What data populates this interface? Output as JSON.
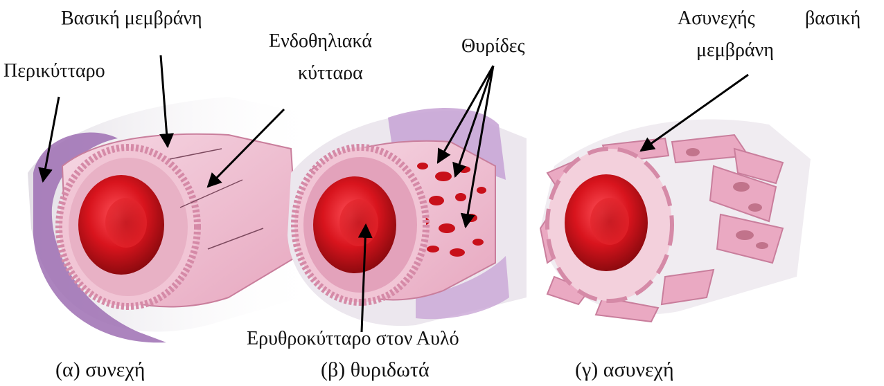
{
  "labels": {
    "basement_membrane": "Βασική μεμβράνη",
    "pericyte": "Περικύτταρο",
    "endothelial_line1": "Ενδοθηλιακά",
    "endothelial_line2": "κύτταρα",
    "fenestrations": "Θυρίδες",
    "discontinuous_membrane_word1": "Ασυνεχής",
    "discontinuous_membrane_word2": "βασική",
    "discontinuous_membrane_line2": "μεμβράνη",
    "rbc_in_lumen": "Ερυθροκύτταρο στον Αυλό"
  },
  "captions": {
    "a": "(α) συνεχή",
    "b": "(β) θυριδωτά",
    "c": "(γ) ασυνεχή"
  },
  "colors": {
    "vessel_wall_pink": "#e9a9c2",
    "vessel_light_pink": "#f4cfdc",
    "pericyte_purple": "#9d6fb3",
    "pericyte_light": "#c9a6d6",
    "rbc_red": "#d8141d",
    "rbc_dark": "#a80d12",
    "outer_gray": "#e6e2e8",
    "arrow": "#000000"
  }
}
